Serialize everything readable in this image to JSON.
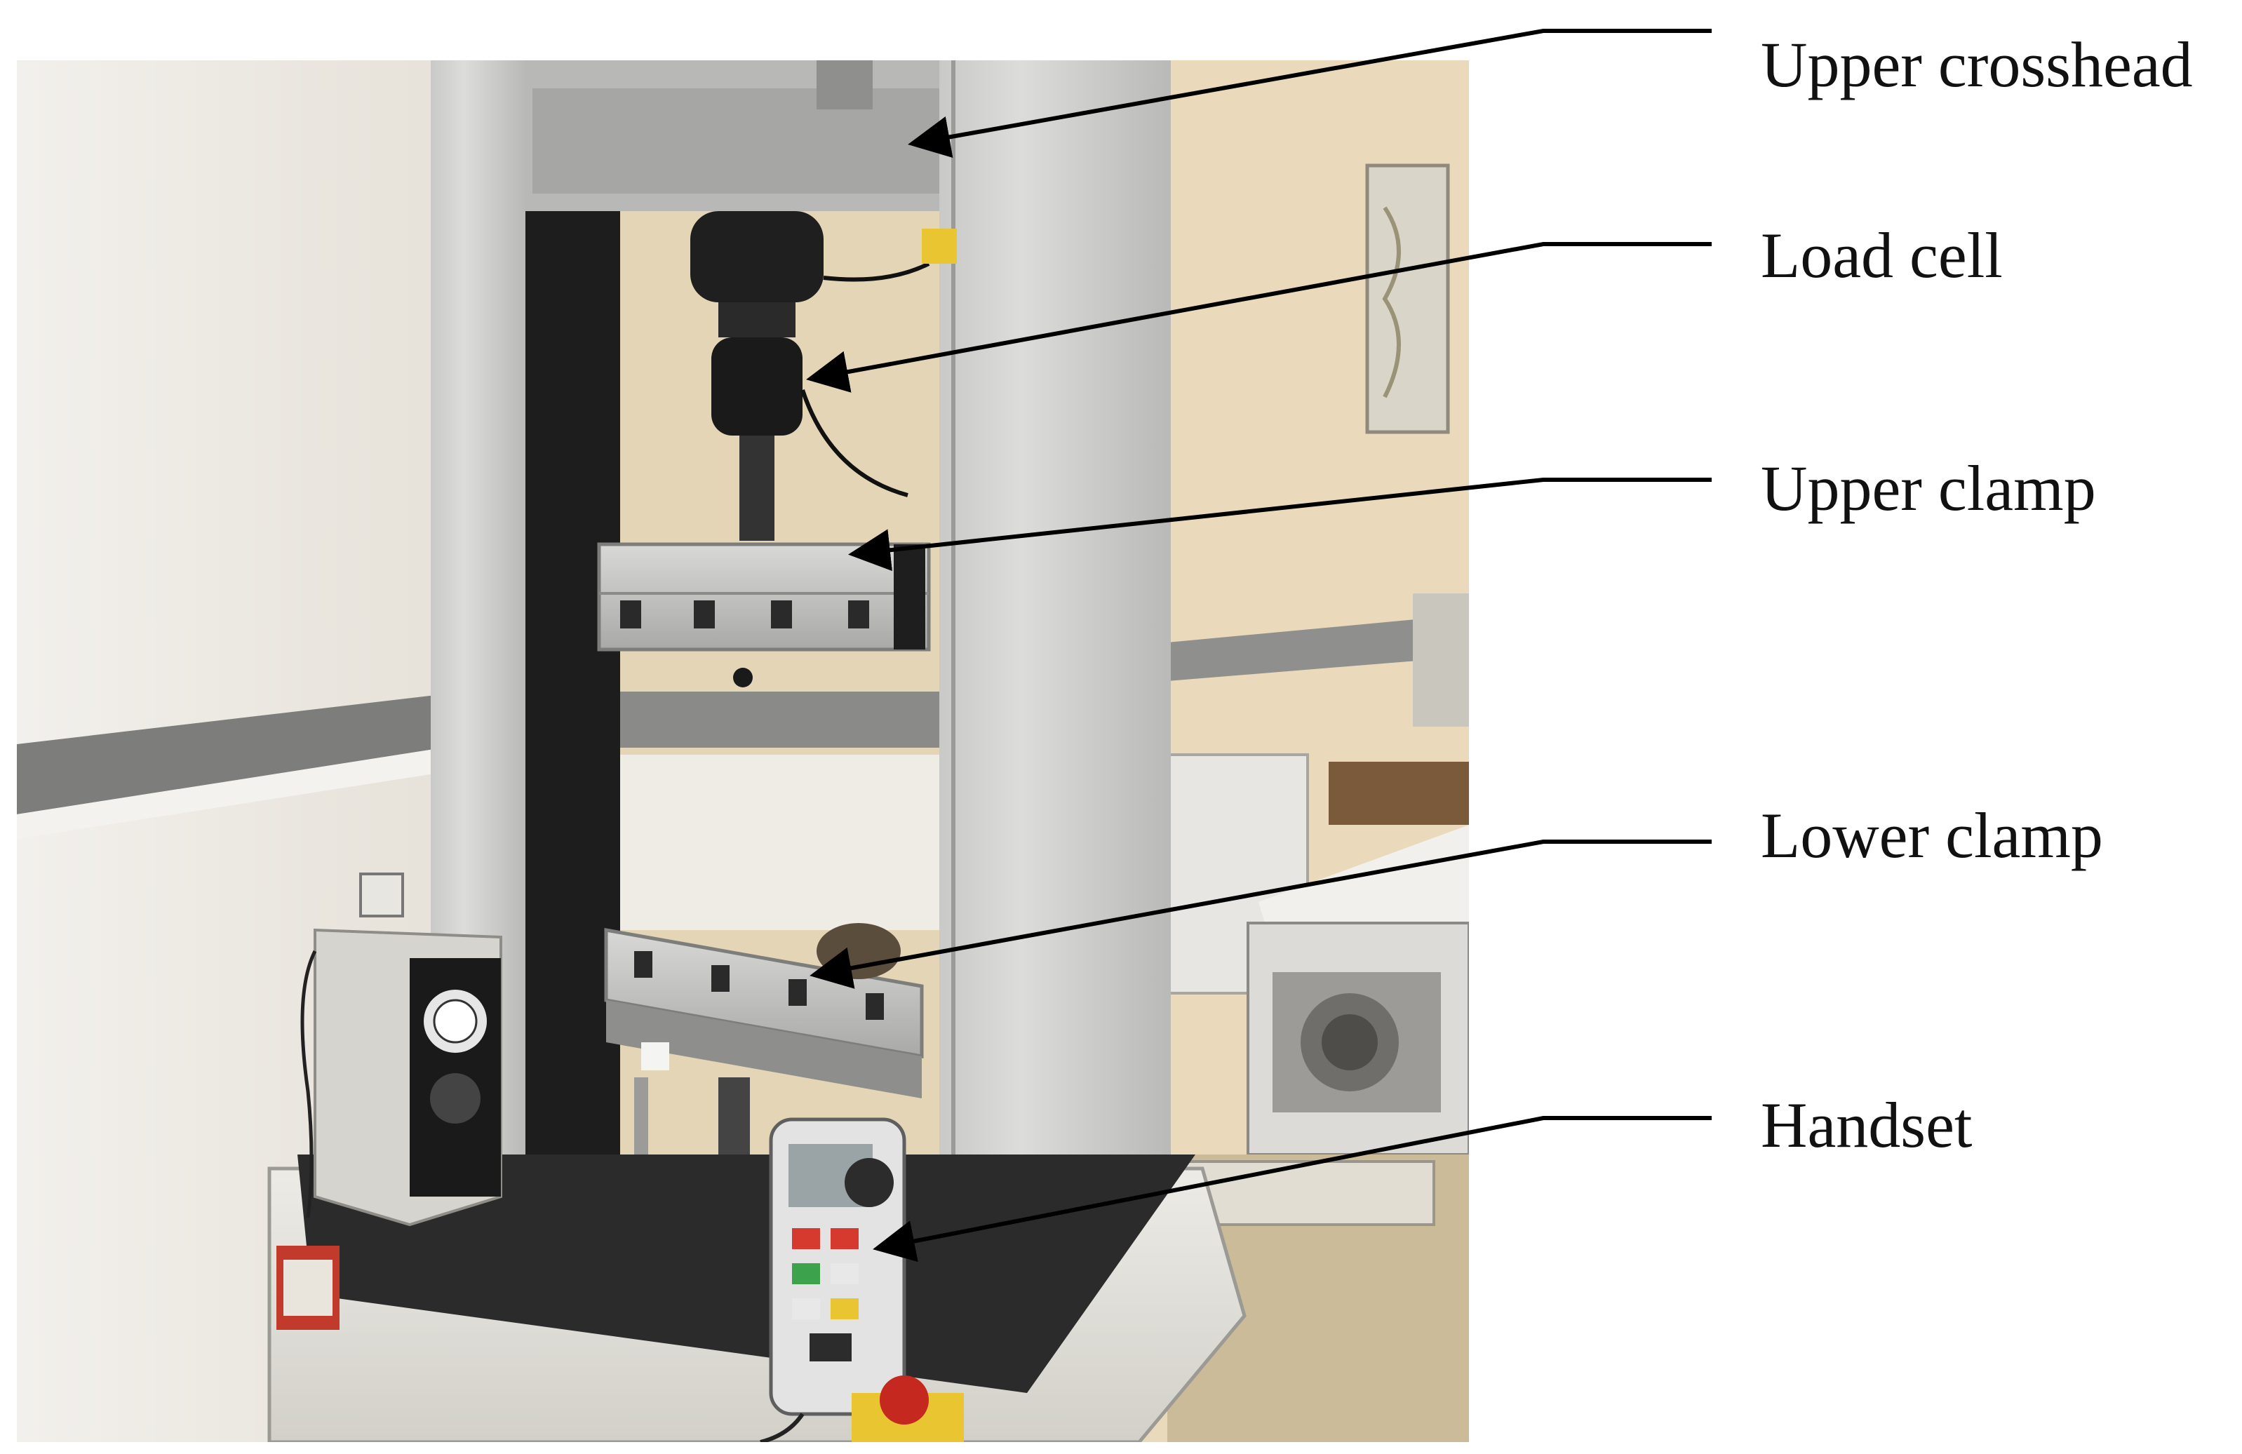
{
  "labels": {
    "upper_crosshead": "Upper crosshead",
    "load_cell": "Load cell",
    "upper_clamp": "Upper clamp",
    "lower_clamp": "Lower clamp",
    "handset": "Handset"
  },
  "photo": {
    "brand_text": "",
    "colors": {
      "wall": "#e9e3d6",
      "machine_frame": "#d4d4d2",
      "dark_belt": "#1c1c1c",
      "arrow": "#000000"
    }
  }
}
